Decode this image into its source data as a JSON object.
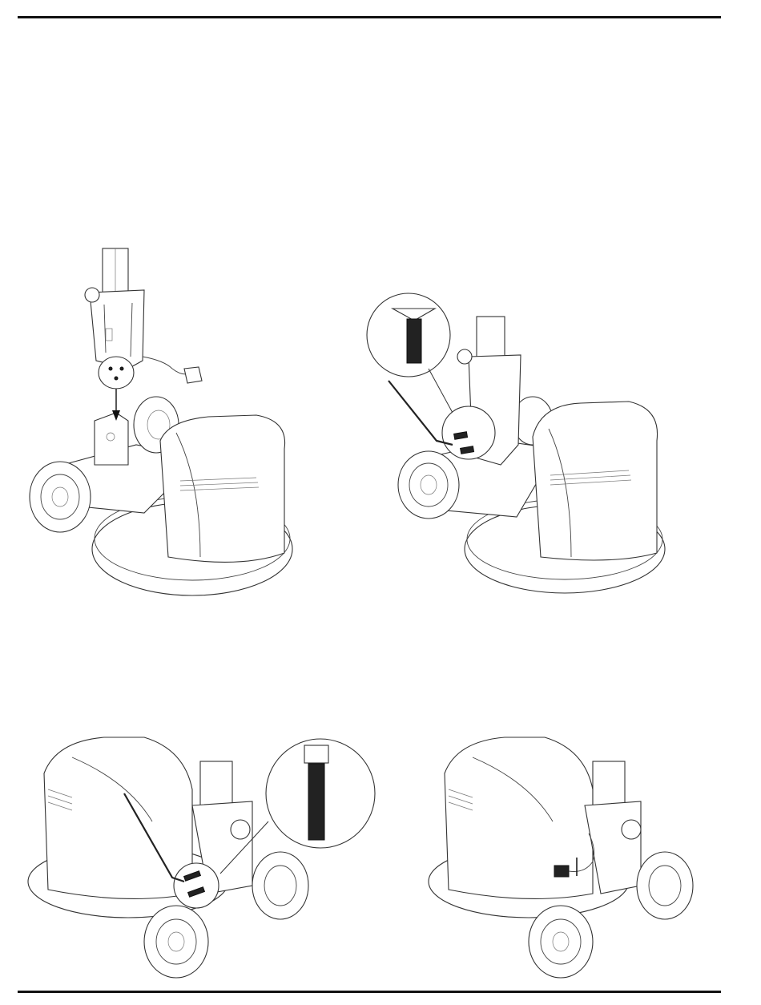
{
  "page": {
    "figures": [
      {
        "name": "handle-mounting",
        "icon": "arrow-down-icon"
      },
      {
        "name": "countersunk-screw-installation",
        "icon": "countersunk-screw-icon"
      },
      {
        "name": "socket-cap-screw-installation",
        "icon": "socket-cap-screw-icon"
      },
      {
        "name": "cable-connection",
        "icon": "plug-icon"
      }
    ]
  }
}
